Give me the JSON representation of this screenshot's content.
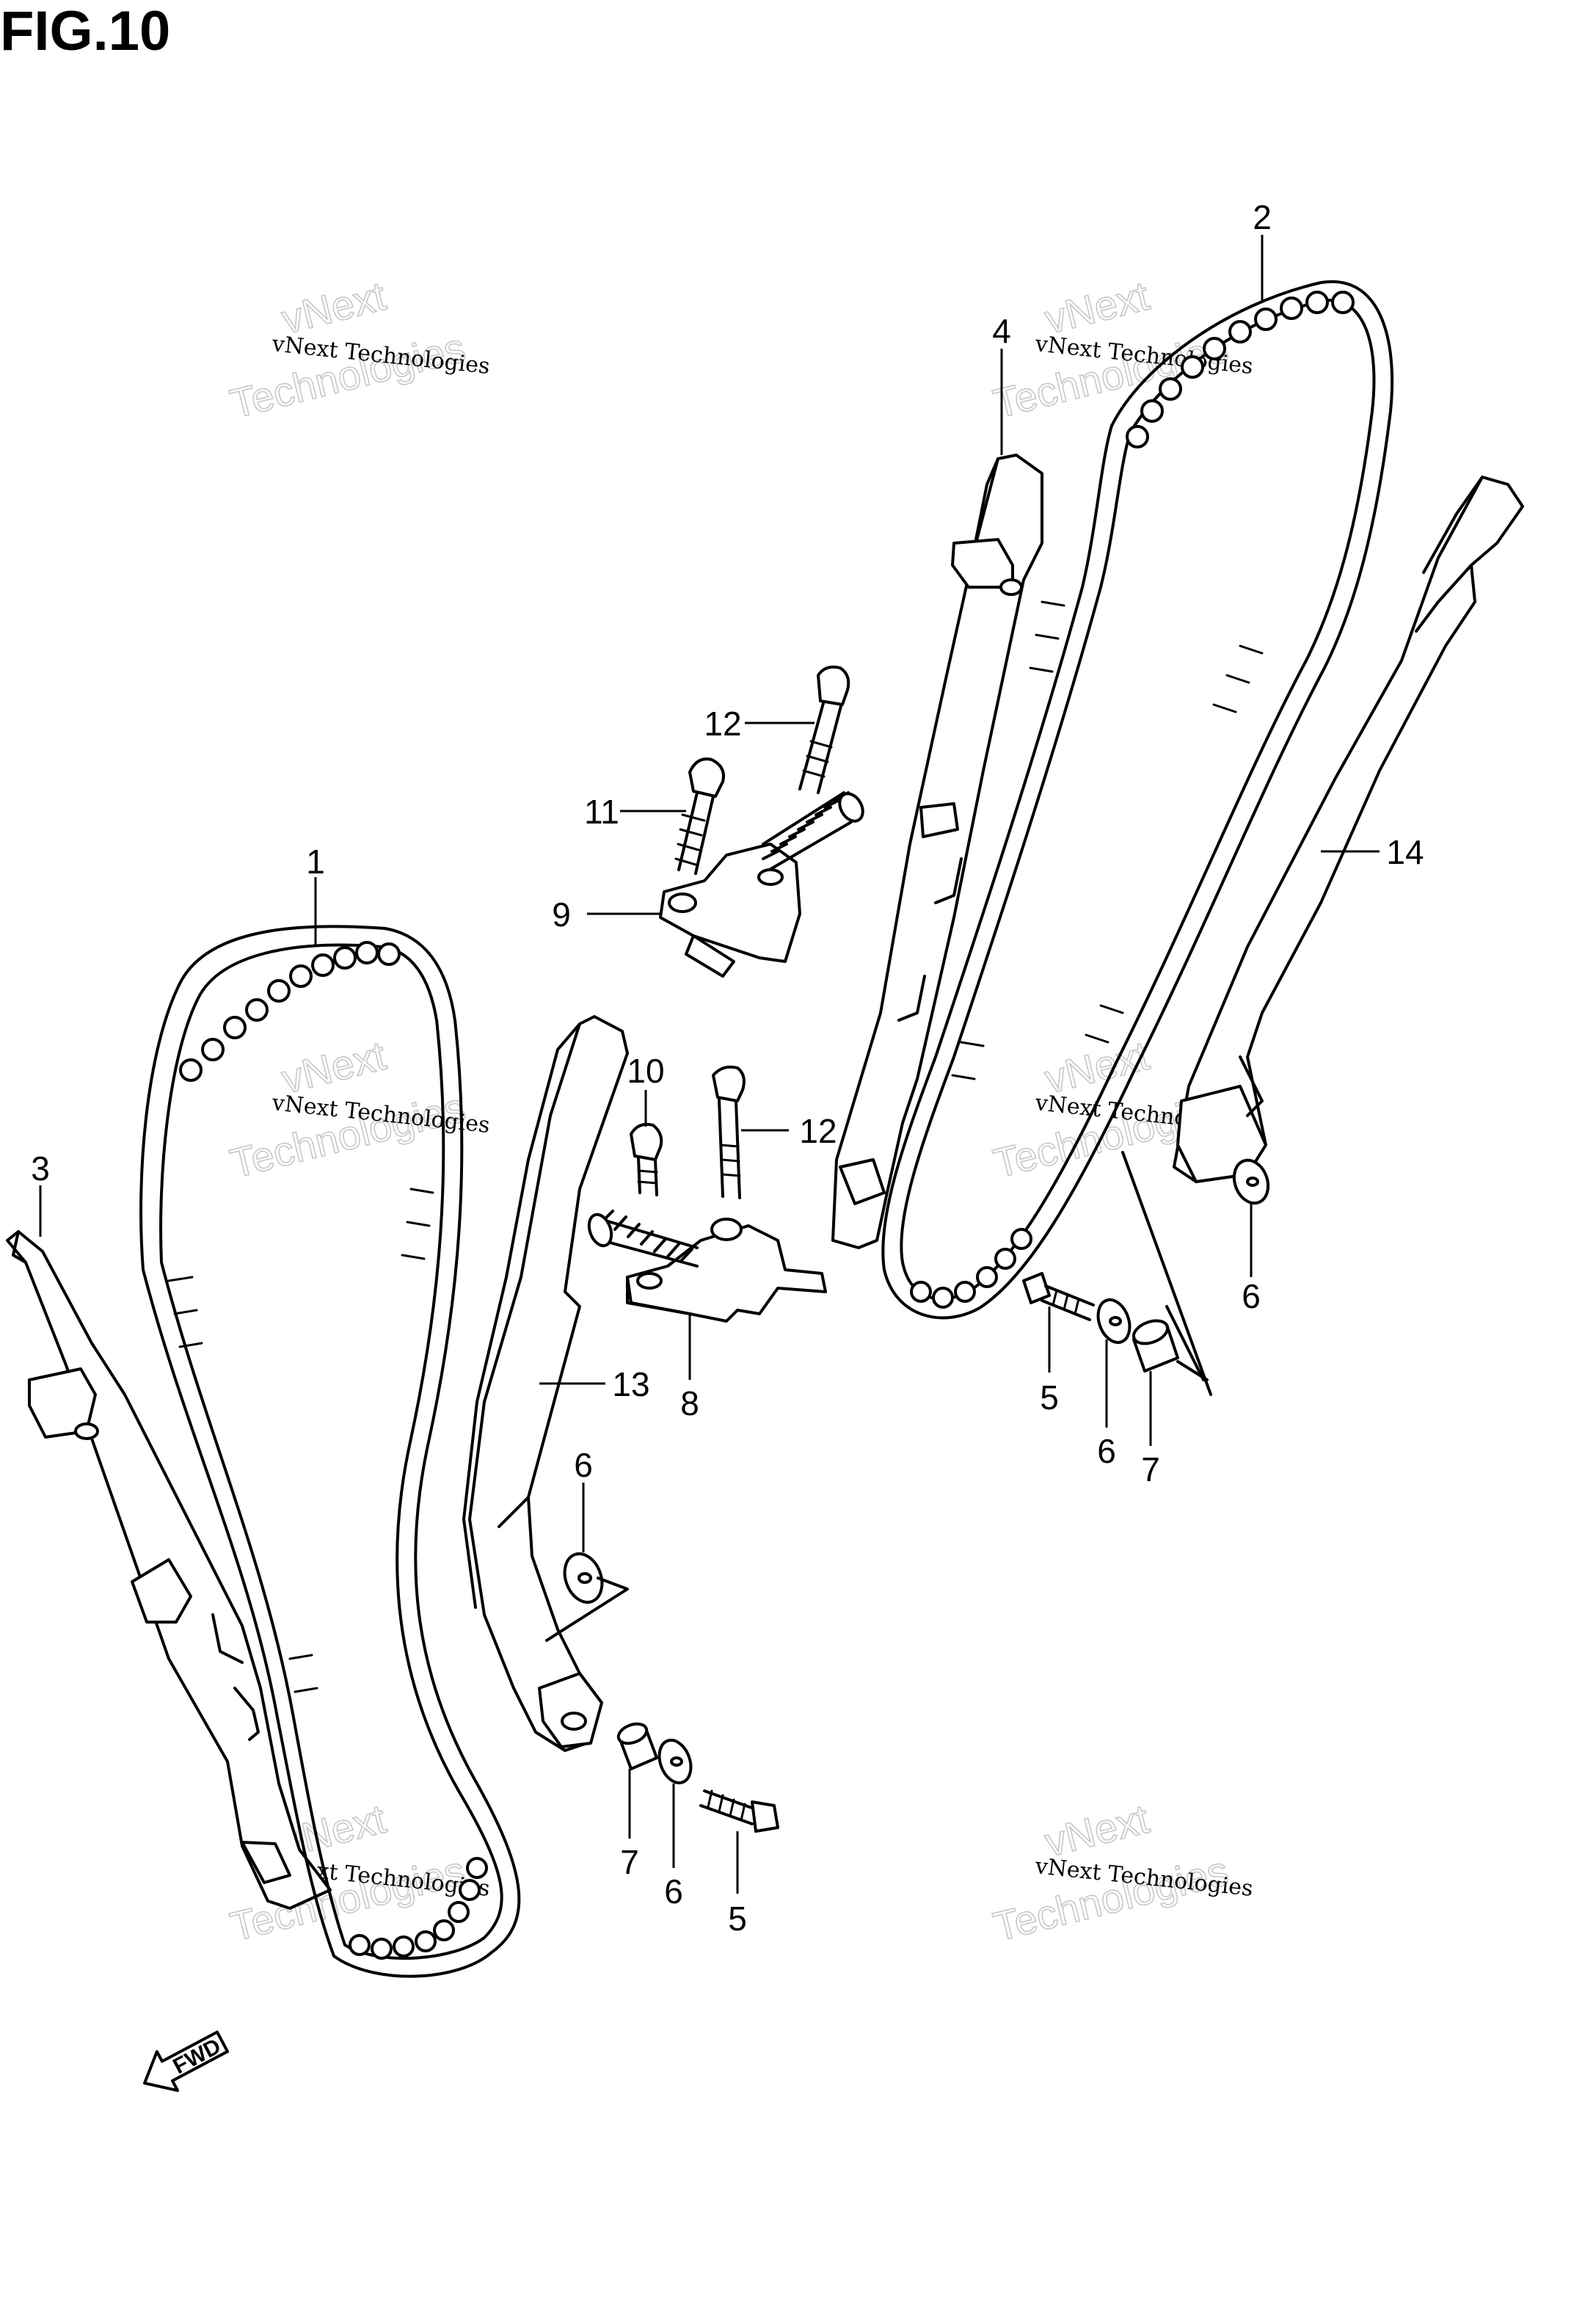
{
  "figure": {
    "title": "FIG.10"
  },
  "watermark": {
    "line1": "vNext",
    "line2": "Technologies",
    "small": "vNext Technologies"
  },
  "direction": {
    "label": "FWD"
  },
  "callouts": [
    {
      "id": "c1",
      "label": "1"
    },
    {
      "id": "c2",
      "label": "2"
    },
    {
      "id": "c3",
      "label": "3"
    },
    {
      "id": "c4",
      "label": "4"
    },
    {
      "id": "c5a",
      "label": "5"
    },
    {
      "id": "c5b",
      "label": "5"
    },
    {
      "id": "c6a",
      "label": "6"
    },
    {
      "id": "c6b",
      "label": "6"
    },
    {
      "id": "c6c",
      "label": "6"
    },
    {
      "id": "c6d",
      "label": "6"
    },
    {
      "id": "c7a",
      "label": "7"
    },
    {
      "id": "c7b",
      "label": "7"
    },
    {
      "id": "c8",
      "label": "8"
    },
    {
      "id": "c9",
      "label": "9"
    },
    {
      "id": "c10",
      "label": "10"
    },
    {
      "id": "c11",
      "label": "11"
    },
    {
      "id": "c12a",
      "label": "12"
    },
    {
      "id": "c12b",
      "label": "12"
    },
    {
      "id": "c13",
      "label": "13"
    },
    {
      "id": "c14",
      "label": "14"
    }
  ]
}
